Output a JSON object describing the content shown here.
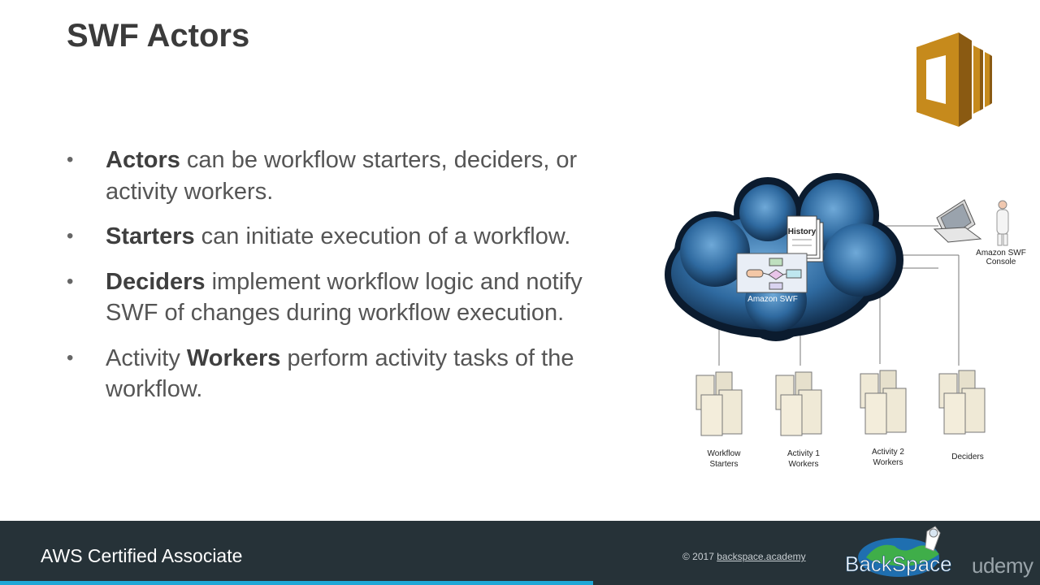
{
  "slide": {
    "title": "SWF Actors",
    "bullets": [
      {
        "bold_prefix": "Actors",
        "text": " can be workflow starters, deciders, or activity workers."
      },
      {
        "bold_prefix": "Starters",
        "text": " can initiate execution of a workflow."
      },
      {
        "bold_prefix": "Deciders",
        "text": " implement workflow logic and notify SWF of changes during workflow execution."
      },
      {
        "prefix": "Activity ",
        "bold_prefix": "Workers",
        "text": " perform activity tasks of the workflow."
      }
    ]
  },
  "diagram": {
    "history_label": "History",
    "cloud_label": "Amazon SWF",
    "console_label": [
      "Amazon SWF",
      "Console"
    ],
    "servers": [
      {
        "line1": "Workflow",
        "line2": "Starters"
      },
      {
        "line1": "Activity 1",
        "line2": "Workers"
      },
      {
        "line1": "Activity 2",
        "line2": "Workers"
      },
      {
        "line1": "Deciders",
        "line2": ""
      }
    ]
  },
  "footer": {
    "course_title": "AWS Certified Associate",
    "copyright_prefix": "© 2017 ",
    "copyright_link": "backspace.academy",
    "brand": "BackSpace",
    "platform": "udemy",
    "progress_fraction": 0.57
  },
  "colors": {
    "progress": "#1ea7d6",
    "footer_bg": "#263238",
    "aws_gold": "#c68a1c"
  },
  "icons": [
    "aws-swf-logo-icon",
    "cloud-icon",
    "laptop-icon",
    "person-icon",
    "server-icon"
  ]
}
